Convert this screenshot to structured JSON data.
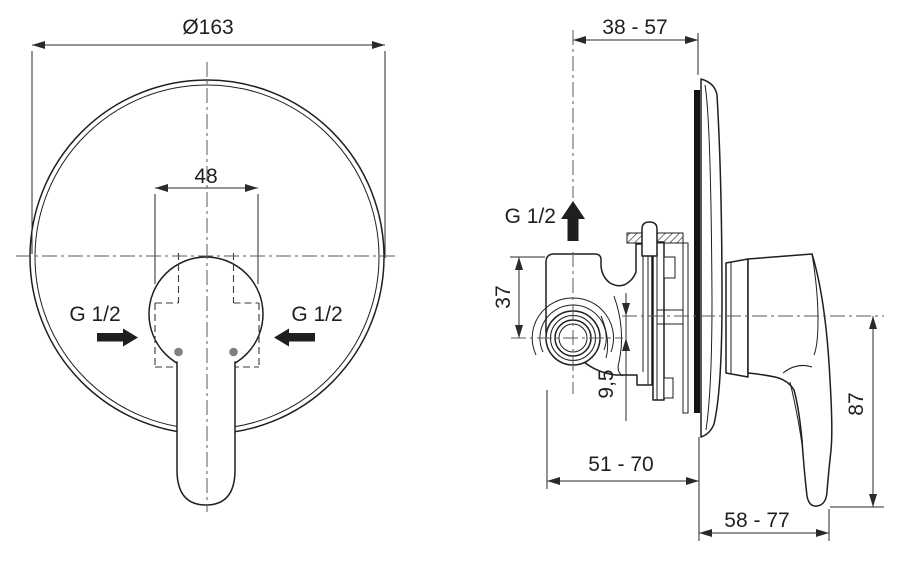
{
  "colors": {
    "line": "#1f1f1f",
    "dim": "#2a2a2a",
    "centerline": "#5a5a5a",
    "hidden": "#3a3a3a",
    "screw_dot": "#7f7f7f",
    "wall_fill": "#141414",
    "background": "#ffffff"
  },
  "front_view": {
    "diameter_label": "Ø163",
    "concealed_body_width_label": "48",
    "left_inlet_label": "G 1/2",
    "right_inlet_label": "G 1/2"
  },
  "side_view": {
    "wall_depth_range_label": "38 - 57",
    "top_outlet_label": "G 1/2",
    "inlet_height_label": "37",
    "axis_offset_label": "9,5",
    "body_wall_range_label": "51 - 70",
    "wall_handle_range_label": "58 - 77",
    "handle_height_label": "87"
  }
}
